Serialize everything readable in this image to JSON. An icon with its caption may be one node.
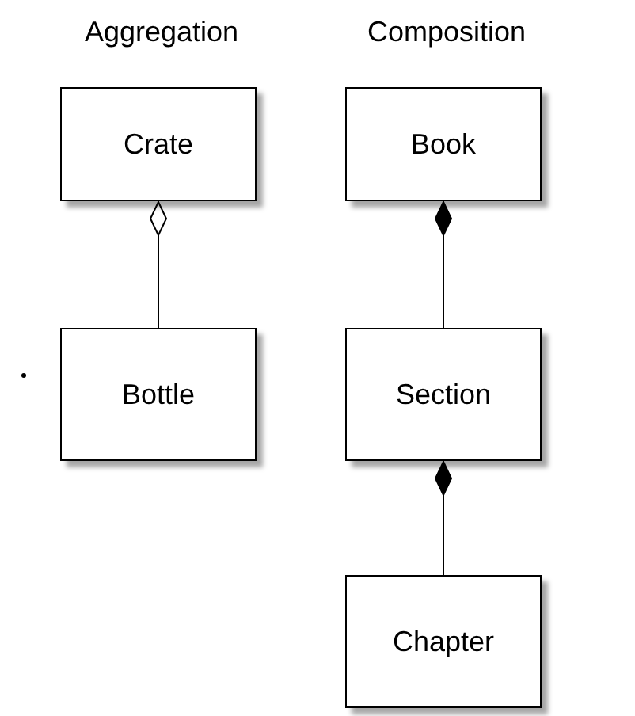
{
  "diagram": {
    "nodes": [
      {
        "text": [
          "Crate"
        ]
      },
      {
        "text": [
          "Book"
        ]
      },
      {
        "text": [
          "Bottle"
        ]
      },
      {
        "text": [
          "Section"
        ]
      },
      {
        "text": [
          "Chapter"
        ]
      }
    ],
    "edges": [
      {
        "from": 0,
        "to": 2,
        "arrow": "other"
      },
      {
        "from": 1,
        "to": 3,
        "arrow": "other"
      },
      {
        "from": 3,
        "to": 4,
        "arrow": "other"
      }
    ],
    "labels": [
      "Aggregation",
      "Composition"
    ]
  }
}
